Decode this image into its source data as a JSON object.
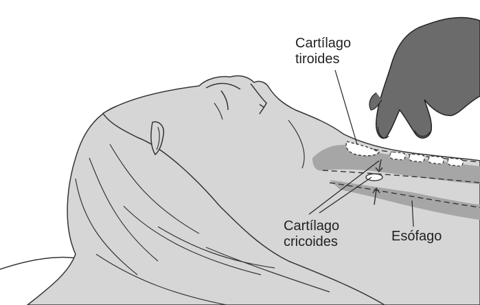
{
  "labels": {
    "thyroid_cartilage": [
      "Cartílago",
      "tiroides"
    ],
    "cricoid_cartilage": [
      "Cartílago",
      "cricoides"
    ],
    "esophagus": "Esófago"
  },
  "colors": {
    "skin": "#d6d6d6",
    "airway": "#a6a6a6",
    "hand": "#6b6b6b",
    "outline": "#333333",
    "background": "#ffffff"
  }
}
